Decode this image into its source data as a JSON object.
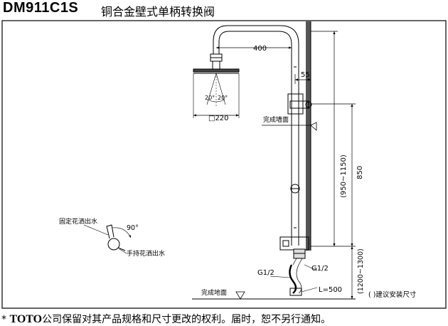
{
  "title": {
    "model": "DM911C1S",
    "description": "铜合金壁式单柄转换阀"
  },
  "dimensions": {
    "arm_length": "400",
    "wall_offset": "55",
    "spray_angle_left": "20°",
    "spray_angle_right": "20°",
    "head_size": "□220",
    "total_height": "(950~1150)",
    "column_height": "850",
    "valve_height": "(1200~1300)",
    "inlet_left": "G1/2",
    "inlet_right": "G1/2",
    "hose_length": "L=500",
    "rotation_angle": "90°"
  },
  "labels": {
    "finished_wall": "完成墙面",
    "finished_floor": "完成地面",
    "fixed_head_outlet": "固定花洒出水",
    "hand_shower_outlet": "手持花洒出水",
    "suggested_note": "(   )建议安装尺寸"
  },
  "footer": {
    "brand": "TOTO",
    "text": "公司保留对其产品规格和尺寸更改的权利。届时，恕不另行通知。"
  }
}
